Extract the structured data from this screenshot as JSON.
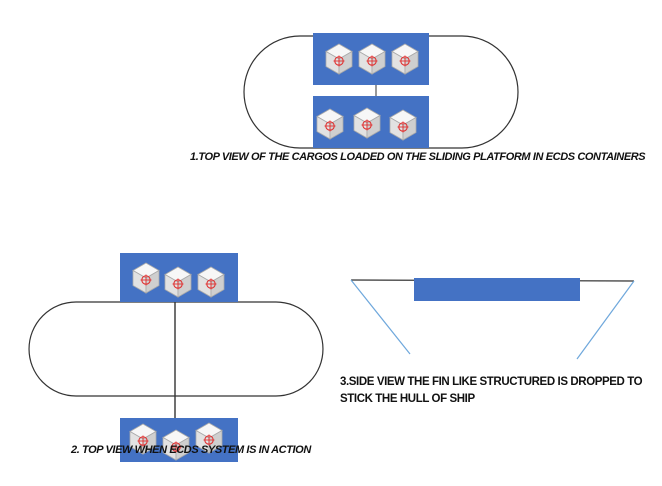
{
  "captions": {
    "fig1": "1.TOP VIEW OF THE CARGOS LOADED ON THE SLIDING PLATFORM IN ECDS CONTAINERS",
    "fig2": "2. TOP VIEW WHEN ECDS SYSTEM IS IN ACTION",
    "fig3": "3.SIDE VIEW THE FIN LIKE STRUCTURED IS DROPPED TO STICK THE HULL OF SHIP"
  },
  "colors": {
    "platform": "#4472c4",
    "outline": "#333333",
    "fin_line": "#6fa8dc",
    "cargo_face_top": "#f7f7f7",
    "cargo_face_left": "#e2e2e2",
    "cargo_face_right": "#cfcfcf",
    "cargo_mark": "#e03030"
  },
  "icons": {
    "cargo": "cargo-box-icon"
  }
}
